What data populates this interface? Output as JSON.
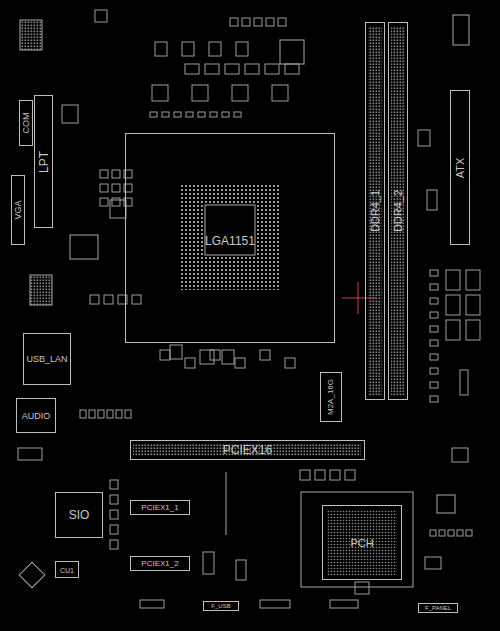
{
  "diagram": {
    "nodes": [
      {
        "text": [
          "COM"
        ]
      },
      {
        "text": [
          "LPT"
        ]
      },
      {
        "text": [
          "VGA"
        ]
      },
      {
        "text": [
          "LGA1151"
        ]
      },
      {
        "text": [
          "DDR4_1"
        ]
      },
      {
        "text": [
          "DDR4_2"
        ]
      },
      {
        "text": [
          "ATX"
        ]
      },
      {
        "text": [
          "USB_LAN"
        ]
      },
      {
        "text": [
          "AUDIO"
        ]
      },
      {
        "text": [
          "SIO"
        ]
      },
      {
        "text": [
          "PCIEX16"
        ]
      },
      {
        "text": [
          "PCIEX1_1"
        ]
      },
      {
        "text": [
          "PCIEX1_2"
        ]
      },
      {
        "text": [
          "M2A_16G"
        ]
      },
      {
        "text": [
          "PCH"
        ]
      },
      {
        "text": [
          "CU1"
        ]
      },
      {
        "text": [
          "F_USB"
        ]
      },
      {
        "text": [
          "F_PANEL"
        ]
      }
    ]
  }
}
